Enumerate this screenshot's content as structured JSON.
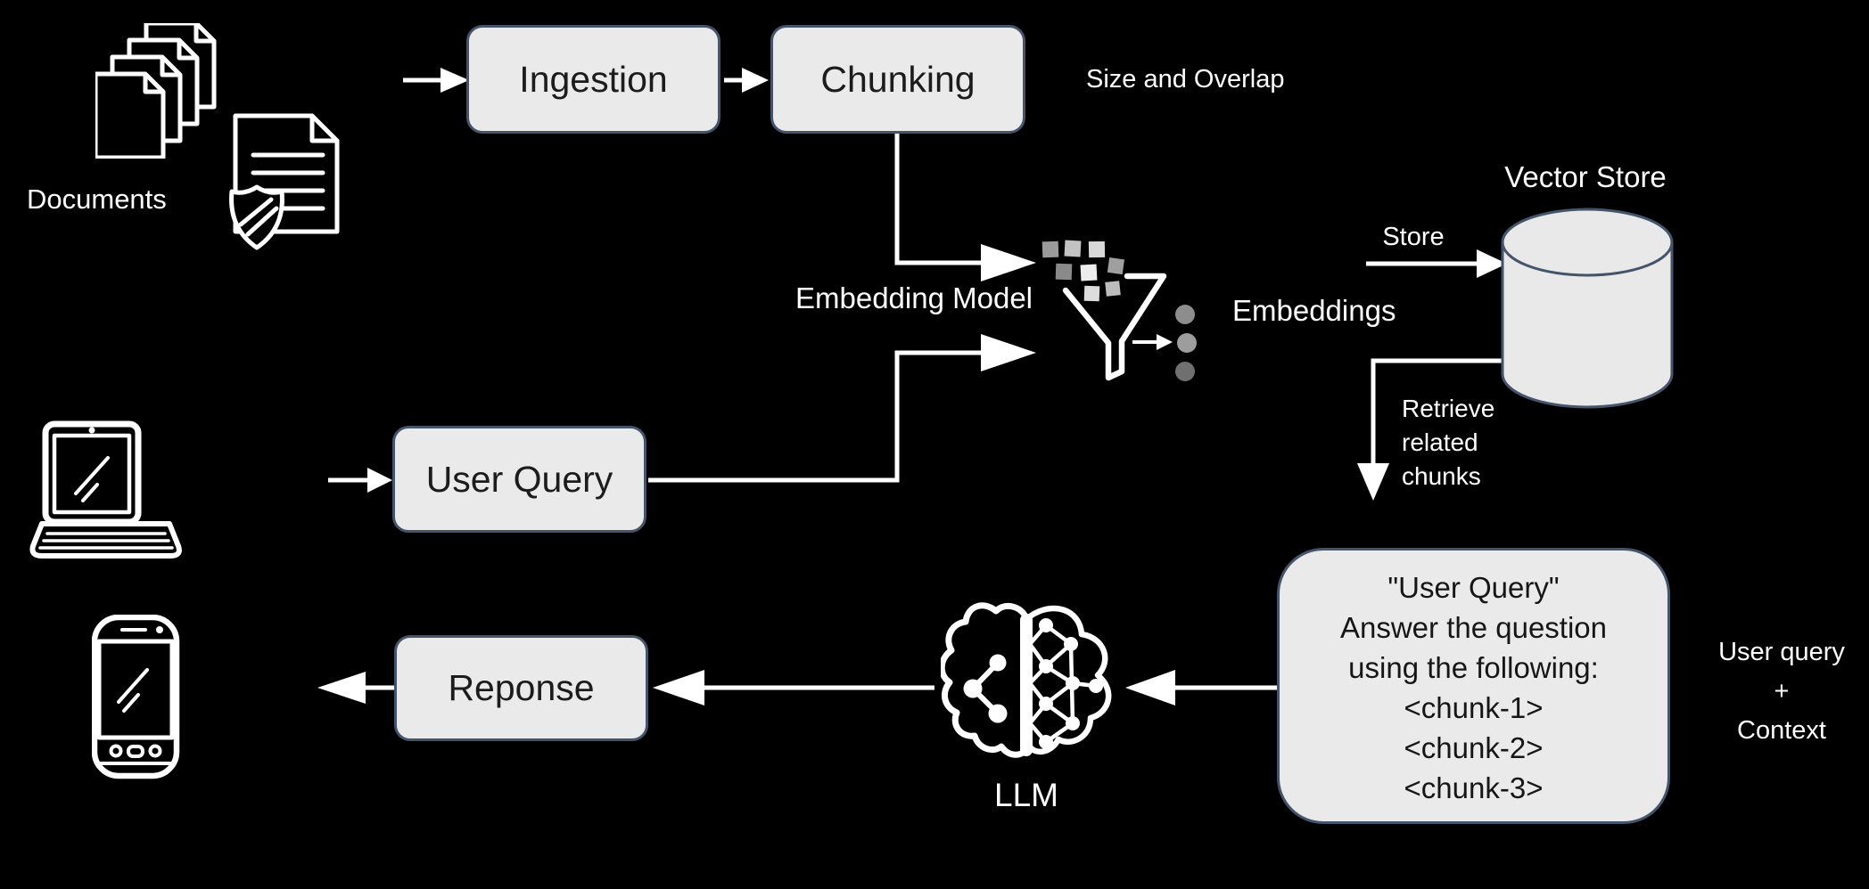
{
  "colors": {
    "background": "#000000",
    "node_fill": "#eaeaea",
    "node_border": "#44546a",
    "connector": "#ffffff",
    "node_text": "#1c1c1c",
    "label_text": "#ffffff"
  },
  "nodes": {
    "ingestion": {
      "label": "Ingestion"
    },
    "chunking": {
      "label": "Chunking"
    },
    "user_query": {
      "label": "User Query"
    },
    "response": {
      "label": "Reponse"
    },
    "prompt": {
      "lines": [
        "\"User Query\"",
        "Answer the question",
        "using the following:",
        "<chunk-1>",
        "<chunk-2>",
        "<chunk-3>"
      ]
    }
  },
  "labels": {
    "documents": "Documents",
    "size_and_overlap": "Size and Overlap",
    "embedding_model": "Embedding Model",
    "embeddings": "Embeddings",
    "store": "Store",
    "vector_store": "Vector Store",
    "retrieve_lines": [
      "Retrieve",
      "related",
      "chunks"
    ],
    "llm": "LLM",
    "context_lines": [
      "User query",
      "+",
      "Context"
    ]
  },
  "icons": {
    "documents": "documents-stack",
    "secured_document": "shield-document",
    "user_device": "laptop",
    "mobile_device": "smartphone",
    "embedding_model": "funnel-with-chunks-and-vectors",
    "vector_store": "database-cylinder",
    "llm": "brain-network"
  }
}
